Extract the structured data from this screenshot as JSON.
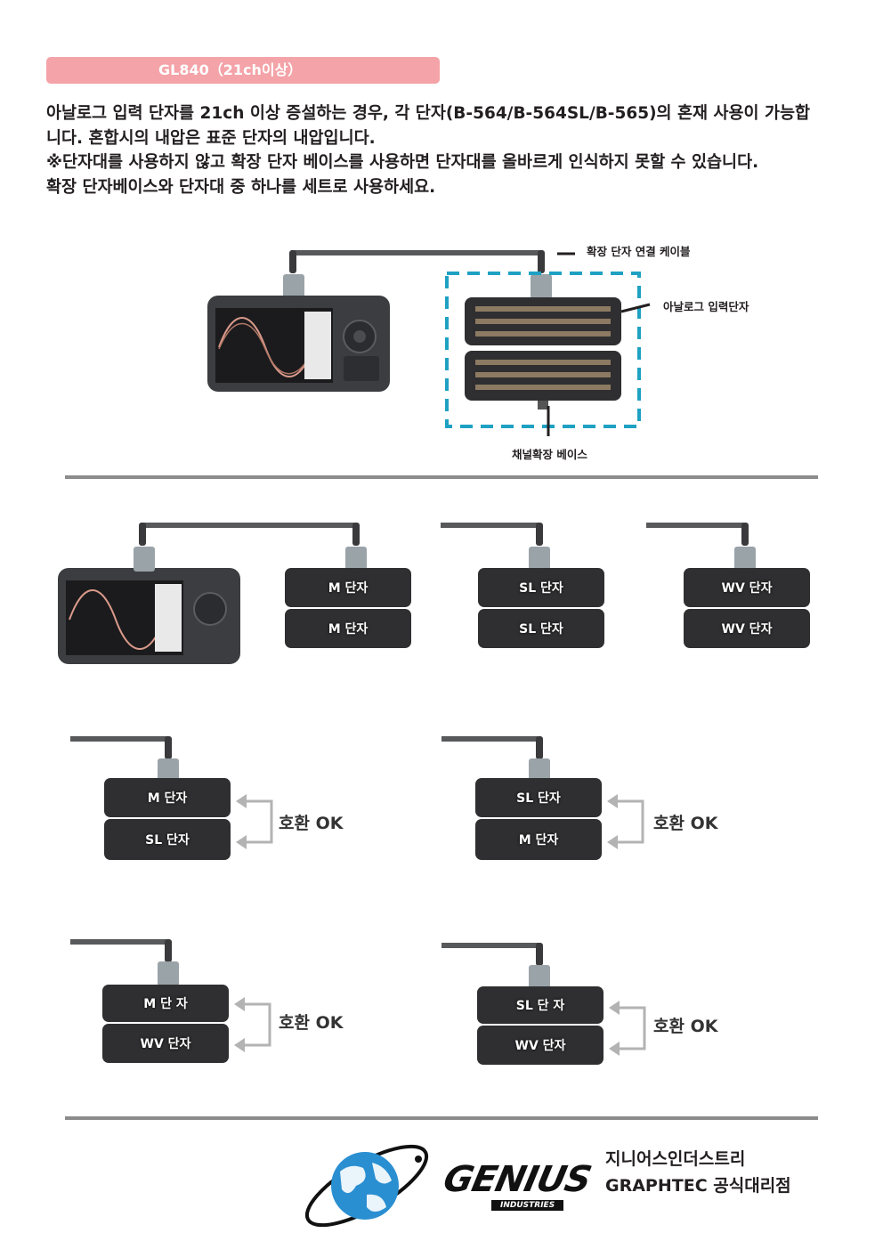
{
  "header": {
    "title": "GL840（21ch이상）"
  },
  "intro": {
    "lines": [
      "아날로그 입력 단자를 21ch 이상 증설하는 경우, 각 단자(B-564/B-564SL/B-565)의 혼재 사용이 가능합",
      "니다. 혼합시의 내압은 표준 단자의 내압입니다.",
      "※단자대를 사용하지 않고 확장 단자 베이스를 사용하면 단자대를 올바르게 인식하지 못할 수 있습니다.",
      "확장 단자베이스와 단자대 중 하나를 세트로 사용하세요."
    ]
  },
  "diagram": {
    "cable_label": "확장 단자 연결 케이블",
    "terminal_label": "아날로그 입력단자",
    "base_label": "채널확장 베이스"
  },
  "stacks": {
    "m_label": "M 단자",
    "sl_label": "SL 단자",
    "wv_label": "WV 단자",
    "m_label_spaced": "M  단  자",
    "sl_label_spaced": "SL  단  자",
    "compat_label": "호환 OK"
  },
  "footer": {
    "company_name": "지니어스인더스트리",
    "dealer_line": "GRAPHTEC 공식대리점",
    "logo_text": "GENIUS",
    "logo_sub": "INDUSTRIES"
  },
  "colors": {
    "title_bar": "#f4a3a8",
    "dashed_frame": "#1ea1c2",
    "rule": "#8c8c8c",
    "arrow": "#b3b3b3",
    "globe": "#2a8fd1"
  }
}
